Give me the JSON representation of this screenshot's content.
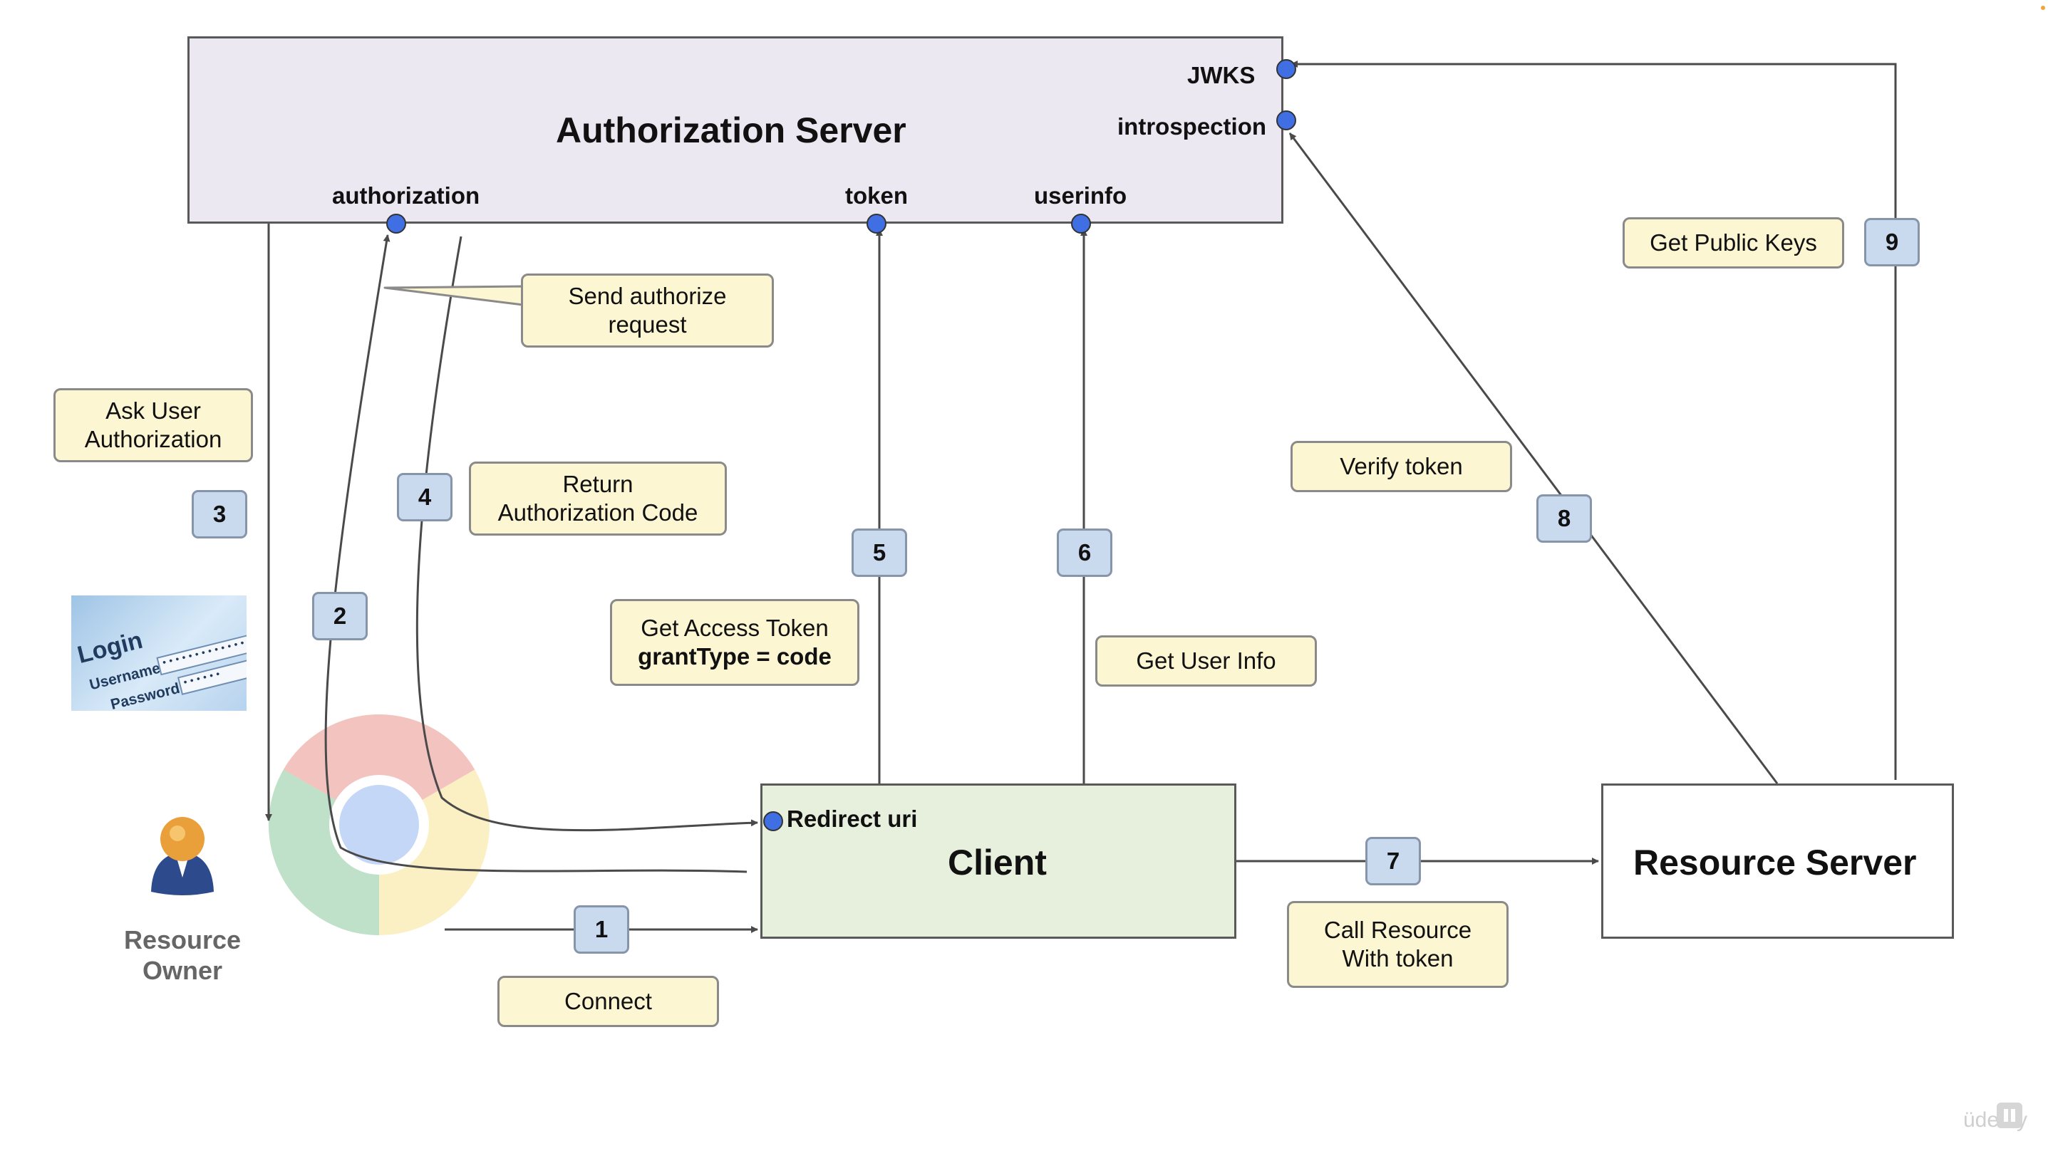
{
  "auth_server": {
    "title": "Authorization Server",
    "endpoints": {
      "jwks": "JWKS",
      "introspection": "introspection",
      "authorization": "authorization",
      "token": "token",
      "userinfo": "userinfo"
    }
  },
  "client": {
    "title": "Client",
    "redirect_label": "Redirect uri"
  },
  "resource_server": {
    "title": "Resource Server"
  },
  "resource_owner": {
    "line1": "Resource",
    "line2": "Owner"
  },
  "login_image": {
    "title": "Login",
    "username": "Username",
    "password": "Password"
  },
  "notes": {
    "send_authorize": [
      "Send authorize",
      "request"
    ],
    "ask_user": [
      "Ask User",
      "Authorization"
    ],
    "return_code": [
      "Return",
      "Authorization Code"
    ],
    "get_access_token": [
      "Get Access Token",
      "grantType = code"
    ],
    "get_user_info": "Get User Info",
    "verify_token": "Verify token",
    "get_public_keys": "Get Public Keys",
    "call_resource": [
      "Call Resource",
      "With token"
    ],
    "connect": "Connect"
  },
  "steps": [
    "1",
    "2",
    "3",
    "4",
    "5",
    "6",
    "7",
    "8",
    "9"
  ],
  "watermark": "üdemy",
  "colors": {
    "auth_server_fill": "#ece8f1",
    "client_fill": "#e7f0dc",
    "note_fill": "#fdf6d3",
    "step_fill": "#c9d9ee",
    "endpoint_dot": "#3f6fe3",
    "line": "#4a4a4a"
  }
}
